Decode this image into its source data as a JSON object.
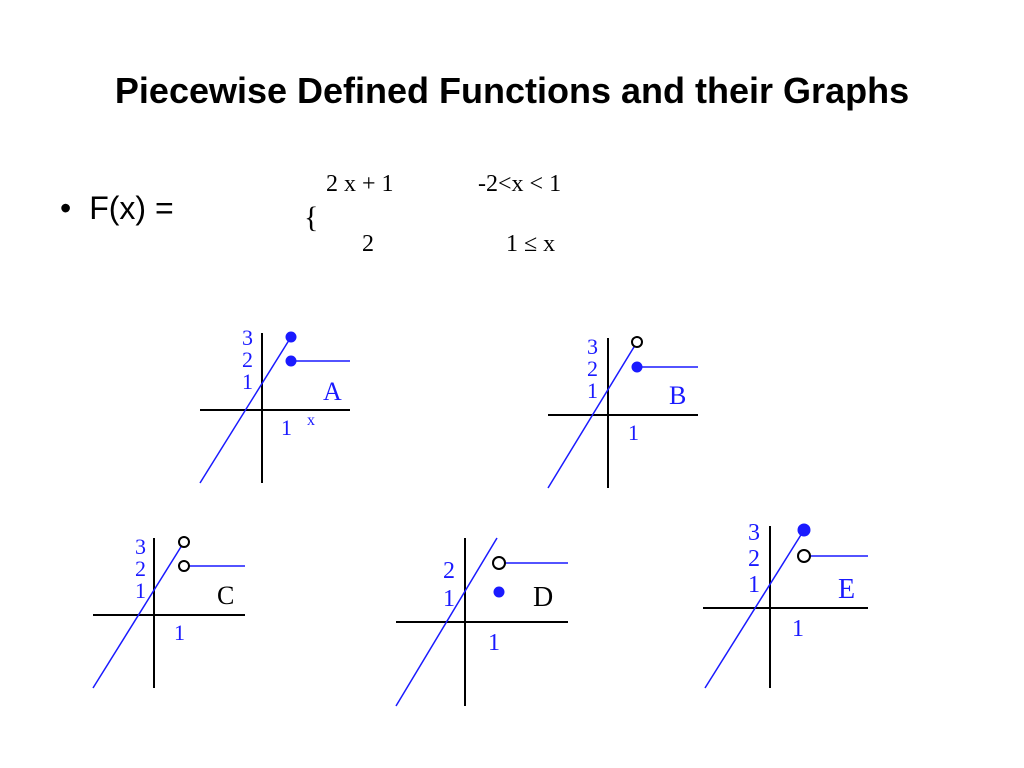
{
  "slide": {
    "title": "Piecewise Defined Functions and their Graphs",
    "bullet": "•",
    "lhs": "F(x) =",
    "brace": "{",
    "piece1_expr": "2 x + 1",
    "piece1_cond": "-2<x < 1",
    "piece2_expr": "2",
    "piece2_cond": "1 ≤ x"
  },
  "graphs": [
    {
      "label": "A",
      "y_ticks": [
        "3",
        "2",
        "1"
      ],
      "x_tick": "1",
      "x_axis_label": "x"
    },
    {
      "label": "B",
      "y_ticks": [
        "3",
        "2",
        "1"
      ],
      "x_tick": "1"
    },
    {
      "label": "C",
      "y_ticks": [
        "3",
        "2",
        "1"
      ],
      "x_tick": "1"
    },
    {
      "label": "D",
      "y_ticks": [
        "2",
        "1"
      ],
      "x_tick": "1"
    },
    {
      "label": "E",
      "y_ticks": [
        "3",
        "2",
        "1"
      ],
      "x_tick": "1"
    }
  ],
  "colors": {
    "blue": "#1a1aff",
    "axis": "#000000",
    "text": "#000000"
  }
}
